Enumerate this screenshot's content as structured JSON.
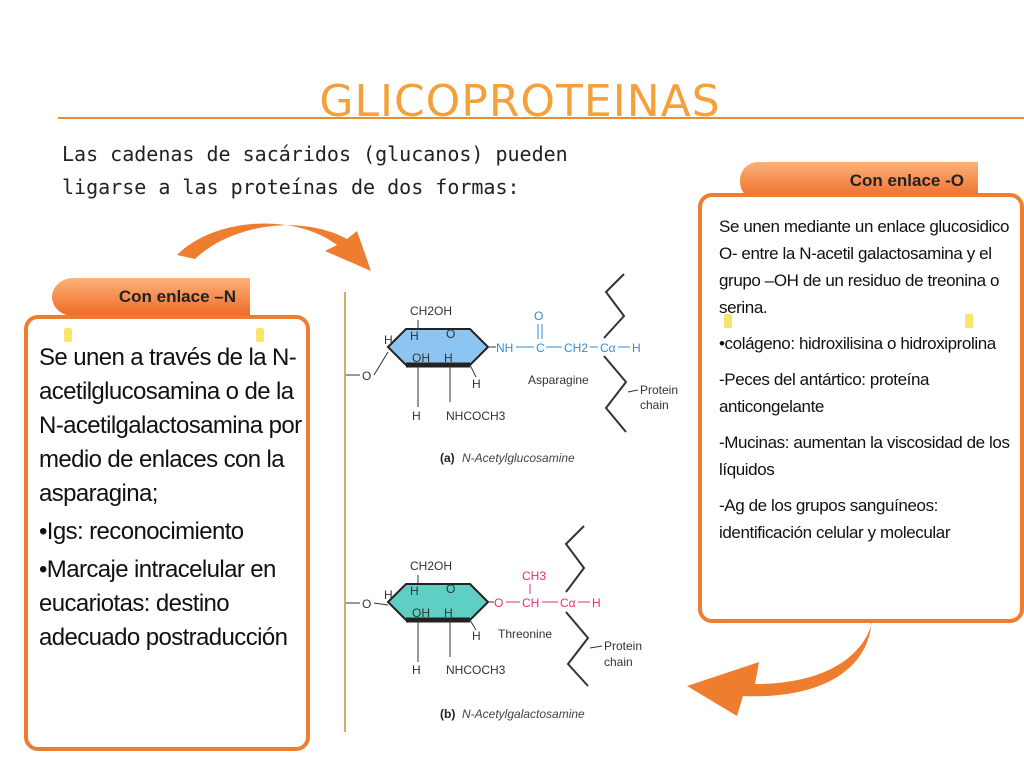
{
  "title": "GLICOPROTEINAS",
  "intro": {
    "line1": "Las cadenas de sacáridos (glucanos) pueden",
    "line2": "ligarse a las proteínas de dos formas:"
  },
  "n_link": {
    "tab_label": "Con enlace –N",
    "items": [
      "Se unen a través de la N-acetilglucosamina o de la N-acetilgalactosamina por medio de enlaces con la asparagina;",
      "•Igs: reconocimiento",
      "•Marcaje intracelular en eucariotas: destino adecuado postraducción"
    ]
  },
  "o_link": {
    "tab_label": "Con enlace -O",
    "items": [
      "Se unen mediante un enlace glucosidico O- entre la N-acetil galactosamina y el grupo –OH de un residuo de treonina o serina.",
      "•colágeno: hidroxilisina o hidroxiprolina",
      "-Peces del antártico: proteína anticongelante",
      "-Mucinas: aumentan la viscosidad de los líquidos",
      "-Ag de los grupos sanguíneos: identificación celular y molecular"
    ]
  },
  "diagram": {
    "a": {
      "ch2oh": "CH2OH",
      "o_ring": "O",
      "h1": "H",
      "h2": "H",
      "h3": "H",
      "h4": "H",
      "h5": "H",
      "oh": "OH",
      "nhcoch3": "NHCOCH3",
      "o_left": "O",
      "nh": "NH",
      "c1": "C",
      "o_double": "O",
      "ch2": "CH2",
      "calpha": "Cα",
      "h_right": "H",
      "residue": "Asparagine",
      "protein": "Protein",
      "chain": "chain",
      "caption_letter": "(a)",
      "caption": "N-Acetylglucosamine"
    },
    "b": {
      "ch2oh": "CH2OH",
      "o_ring": "O",
      "h1": "H",
      "h2": "H",
      "h3": "H",
      "h4": "H",
      "h5": "H",
      "oh": "OH",
      "nhcoch3": "NHCOCH3",
      "o_left": "O",
      "o_link": "O",
      "ch": "CH",
      "ch3": "CH3",
      "calpha": "Cα",
      "h_right": "H",
      "residue": "Threonine",
      "protein": "Protein",
      "chain": "chain",
      "side_mark": "-()",
      "caption_letter": "(b)",
      "caption": "N-Acetylgalactosamine"
    }
  },
  "colors": {
    "title": "#f4a13a",
    "accent": "#ef7d2f",
    "ring_a": "#8cc4f2",
    "ring_b": "#5fcfc4",
    "link_blue": "#2e8fd6",
    "link_pink": "#e0307a"
  }
}
